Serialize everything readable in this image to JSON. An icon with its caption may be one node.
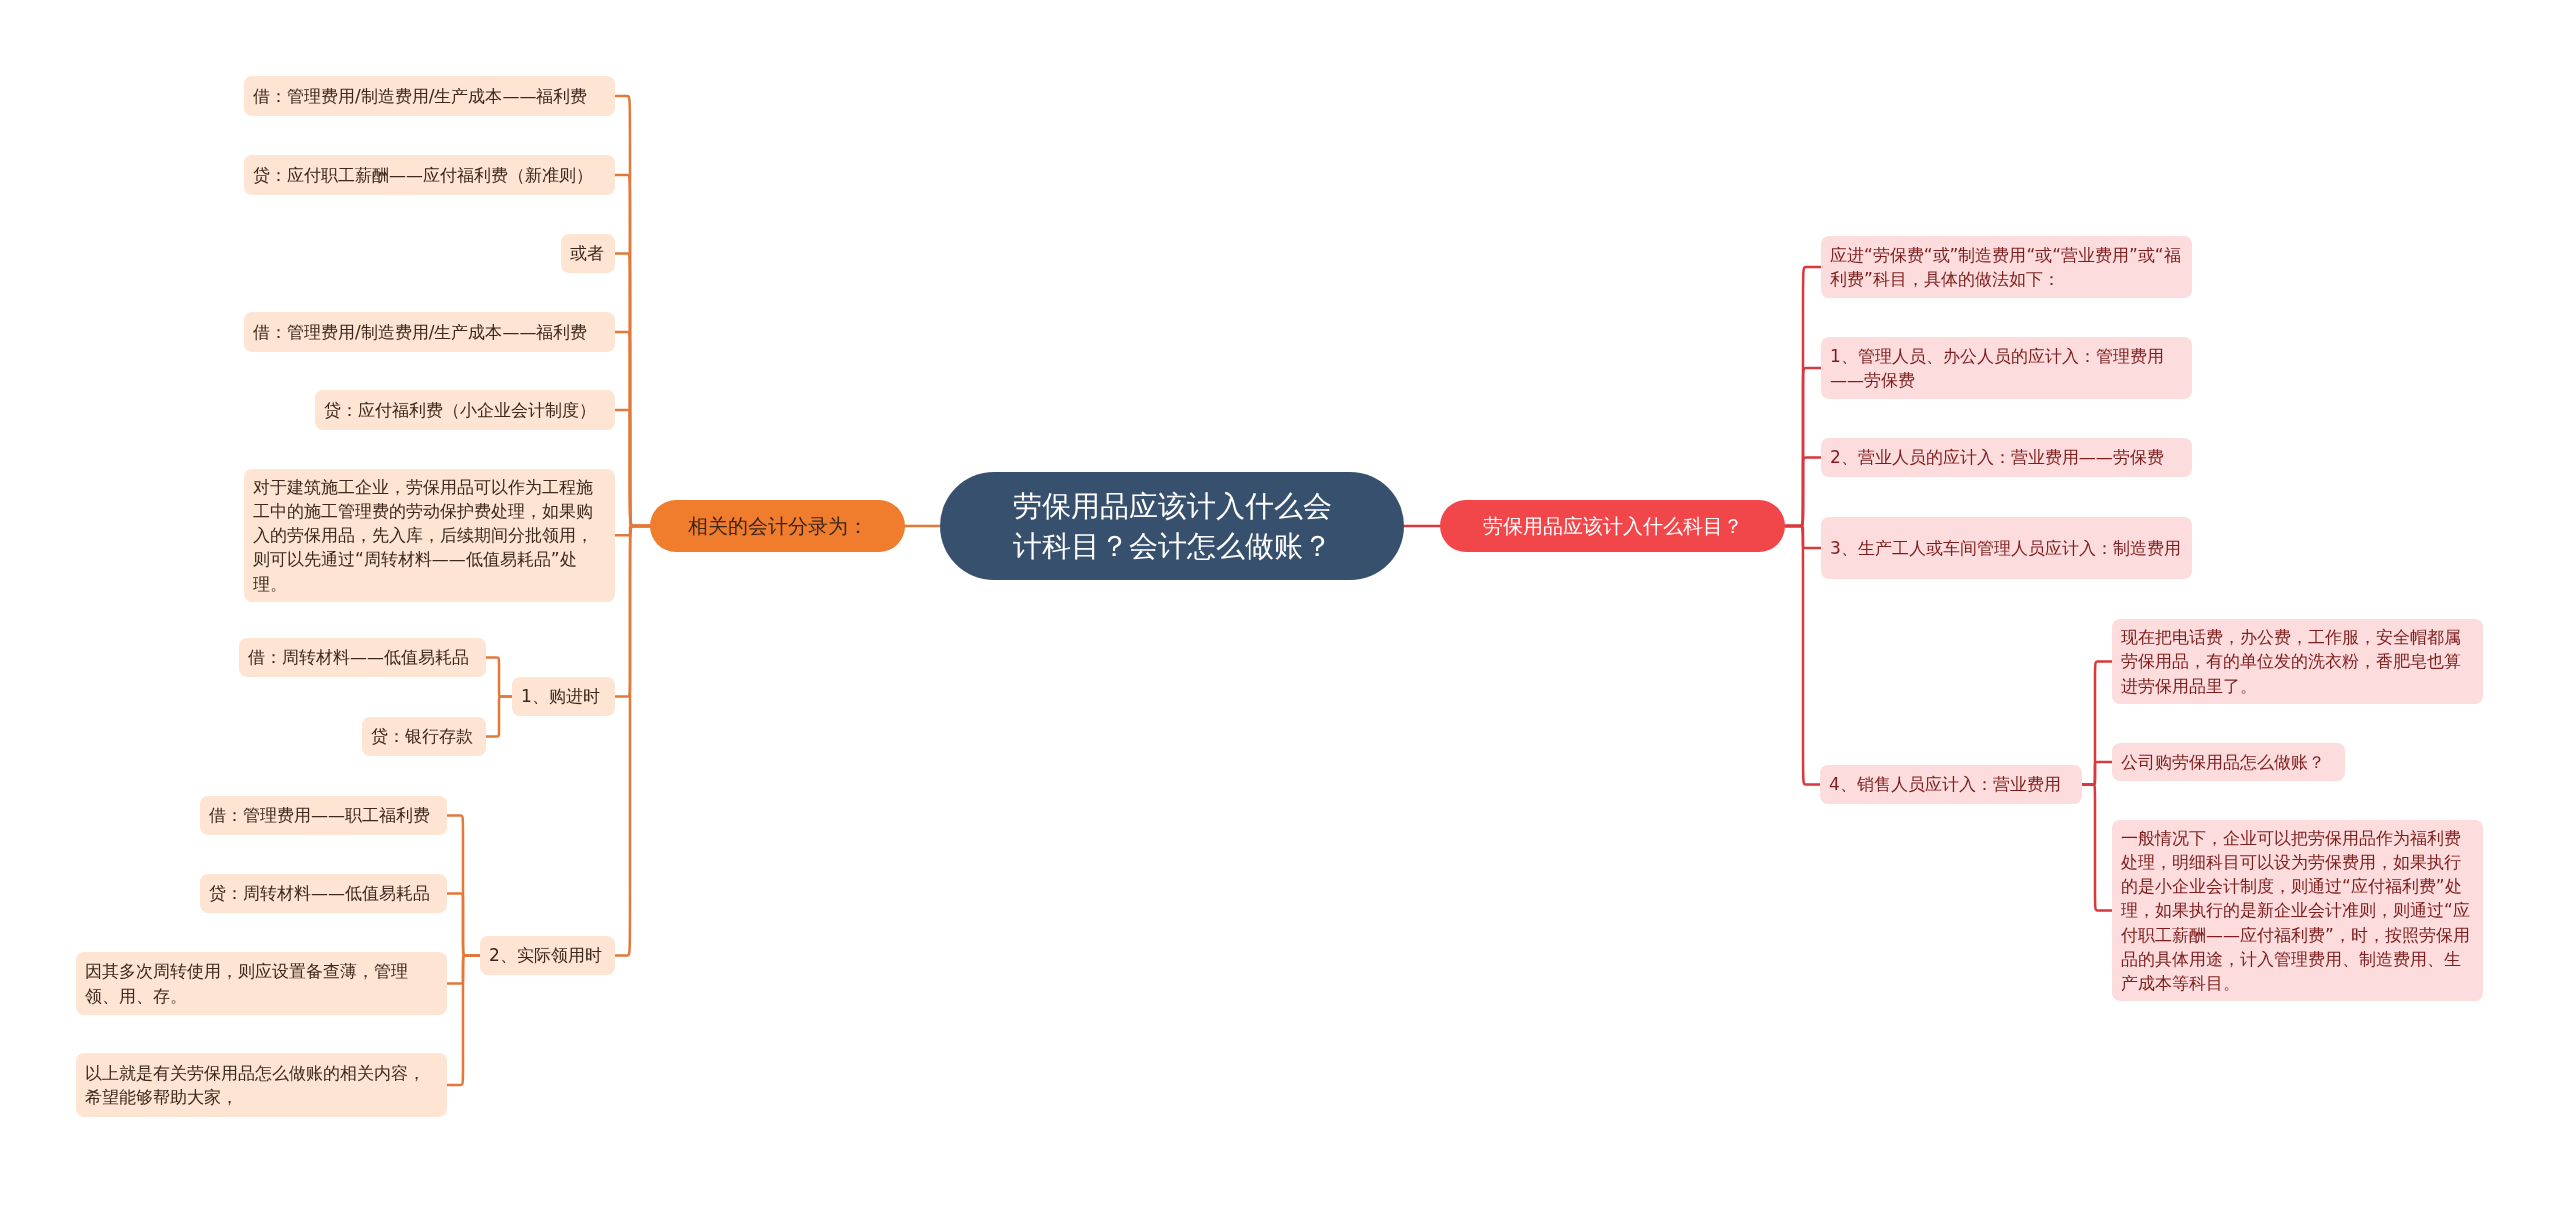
{
  "diagram": {
    "nodes": [
      {
        "text": [
          "劳保用品应该计入什么会计科目？会计怎么做账？"
        ]
      },
      {
        "text": [
          "相关的会计分录为："
        ]
      },
      {
        "text": [
          "借：管理费用/制造费用/生产成本——福利费"
        ]
      },
      {
        "text": [
          "贷：应付职工薪酬——应付福利费（新准则）"
        ]
      },
      {
        "text": [
          "或者"
        ]
      },
      {
        "text": [
          "借：管理费用/制造费用/生产成本——福利费"
        ]
      },
      {
        "text": [
          "贷：应付福利费（小企业会计制度）"
        ]
      },
      {
        "text": [
          "对于建筑施工企业，劳保用品可以作为工程施工中的施工管理费的劳动保护费处理，如果购入的劳保用品，先入库，后续期间分批领用，则可以先通过“周转材料——低值易耗品”处理。"
        ]
      },
      {
        "text": [
          "1、购进时"
        ]
      },
      {
        "text": [
          "借：周转材料——低值易耗品"
        ]
      },
      {
        "text": [
          "贷：银行存款"
        ]
      },
      {
        "text": [
          "2、实际领用时"
        ]
      },
      {
        "text": [
          "借：管理费用——职工福利费"
        ]
      },
      {
        "text": [
          "贷：周转材料——低值易耗品"
        ]
      },
      {
        "text": [
          "因其多次周转使用，则应设置备查薄，管理领、用、存。"
        ]
      },
      {
        "text": [
          "以上就是有关劳保用品怎么做账的相关内容，希望能够帮助大家，"
        ]
      },
      {
        "text": [
          "劳保用品应该计入什么科目？"
        ]
      },
      {
        "text": [
          "应进“劳保费“或”制造费用“或“营业费用”或“福利费”科目，具体的做法如下："
        ]
      },
      {
        "text": [
          "1、管理人员、办公人员的应计入：管理费用——劳保费"
        ]
      },
      {
        "text": [
          "2、营业人员的应计入：营业费用——劳保费"
        ]
      },
      {
        "text": [
          "3、生产工人或车间管理人员应计入：制造费用"
        ]
      },
      {
        "text": [
          "4、销售人员应计入：营业费用"
        ]
      },
      {
        "text": [
          "现在把电话费，办公费，工作服，安全帽都属劳保用品，有的单位发的洗衣粉，香肥皂也算进劳保用品里了。"
        ]
      },
      {
        "text": [
          "公司购劳保用品怎么做账？"
        ]
      },
      {
        "text": [
          "一般情况下，企业可以把劳保用品作为福利费处理，明细科目可以设为劳保费用，如果执行的是小企业会计制度，则通过“应付福利费”处理，如果执行的是新企业会计准则，则通过“应付职工薪酬——应付福利费”，时，按照劳保用品的具体用途，计入管理费用、制造费用、生产成本等科目。"
        ]
      }
    ],
    "edges": [
      {
        "from": 0,
        "to": 1,
        "arrow": "none"
      },
      {
        "from": 1,
        "to": 2,
        "arrow": "none"
      },
      {
        "from": 1,
        "to": 3,
        "arrow": "none"
      },
      {
        "from": 1,
        "to": 4,
        "arrow": "none"
      },
      {
        "from": 1,
        "to": 5,
        "arrow": "none"
      },
      {
        "from": 1,
        "to": 6,
        "arrow": "none"
      },
      {
        "from": 1,
        "to": 7,
        "arrow": "none"
      },
      {
        "from": 1,
        "to": 8,
        "arrow": "none"
      },
      {
        "from": 8,
        "to": 9,
        "arrow": "none"
      },
      {
        "from": 8,
        "to": 10,
        "arrow": "none"
      },
      {
        "from": 1,
        "to": 11,
        "arrow": "none"
      },
      {
        "from": 11,
        "to": 12,
        "arrow": "none"
      },
      {
        "from": 11,
        "to": 13,
        "arrow": "none"
      },
      {
        "from": 11,
        "to": 14,
        "arrow": "none"
      },
      {
        "from": 11,
        "to": 15,
        "arrow": "none"
      },
      {
        "from": 0,
        "to": 16,
        "arrow": "none",
        "color": "#d8393c"
      },
      {
        "from": 16,
        "to": 17,
        "arrow": "none",
        "color": "#d8393c"
      },
      {
        "from": 16,
        "to": 18,
        "arrow": "none",
        "color": "#d8393c"
      },
      {
        "from": 16,
        "to": 19,
        "arrow": "none",
        "color": "#d8393c"
      },
      {
        "from": 16,
        "to": 20,
        "arrow": "none",
        "color": "#d8393c"
      },
      {
        "from": 16,
        "to": 21,
        "arrow": "none",
        "color": "#d8393c"
      },
      {
        "from": 21,
        "to": 22,
        "arrow": "none",
        "color": "#d8393c"
      },
      {
        "from": 21,
        "to": 23,
        "arrow": "none",
        "color": "#d8393c"
      },
      {
        "from": 21,
        "to": 24,
        "arrow": "none",
        "color": "#d8393c"
      }
    ]
  }
}
